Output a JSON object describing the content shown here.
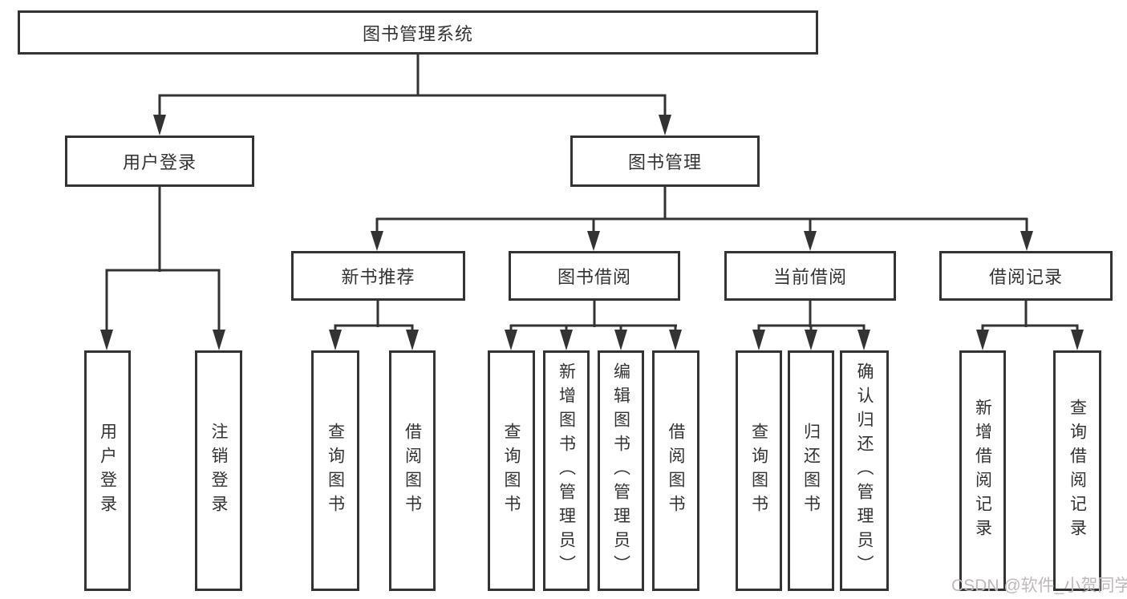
{
  "colors": {
    "line": "#333333",
    "text": "#333333",
    "box_background": "#ffffff",
    "page_background": "#ffffff",
    "watermark": "#bfb9b9"
  },
  "diagram": {
    "root": "图书管理系统",
    "level2": {
      "user": "用户登录",
      "book": "图书管理"
    },
    "level3": {
      "recommend": "新书推荐",
      "borrow": "图书借阅",
      "current": "当前借阅",
      "records": "借阅记录"
    },
    "leaves": {
      "user": [
        "用户登录",
        "注销登录"
      ],
      "recommend": [
        "查询图书",
        "借阅图书"
      ],
      "borrow": [
        "查询图书",
        "新增图书（管理员）",
        "编辑图书（管理员）",
        "借阅图书"
      ],
      "current": [
        "查询图书",
        "归还图书",
        "确认归还（管理员）"
      ],
      "records": [
        "新增借阅记录",
        "查询借阅记录"
      ]
    }
  },
  "watermark": "CSDN @软件_小贺同学"
}
